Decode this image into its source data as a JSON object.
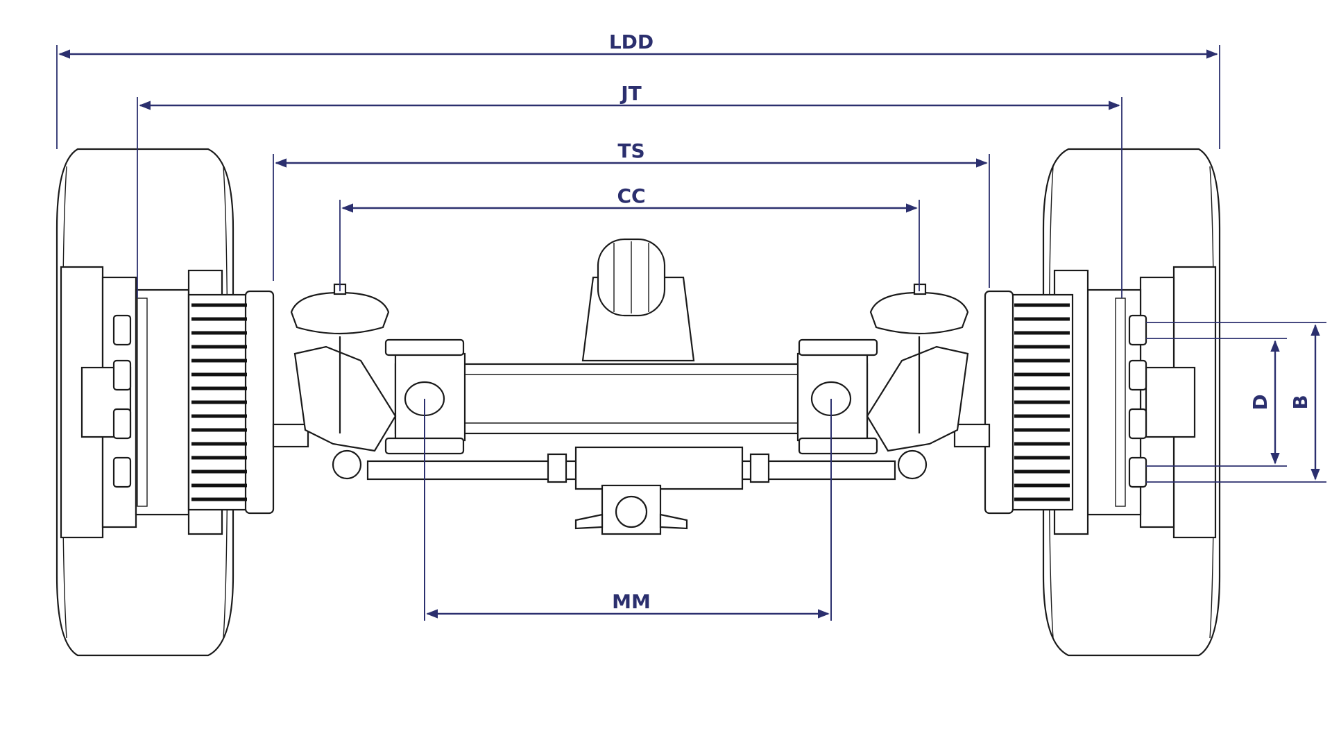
{
  "dimensions": {
    "ldd": "LDD",
    "jt": "JT",
    "ts": "TS",
    "cc": "CC",
    "mm": "MM",
    "d": "D",
    "b": "B"
  },
  "colors": {
    "dimension_lines": "#2b2f6e",
    "drawing_lines": "#1a1a1a",
    "background": "#ffffff"
  }
}
